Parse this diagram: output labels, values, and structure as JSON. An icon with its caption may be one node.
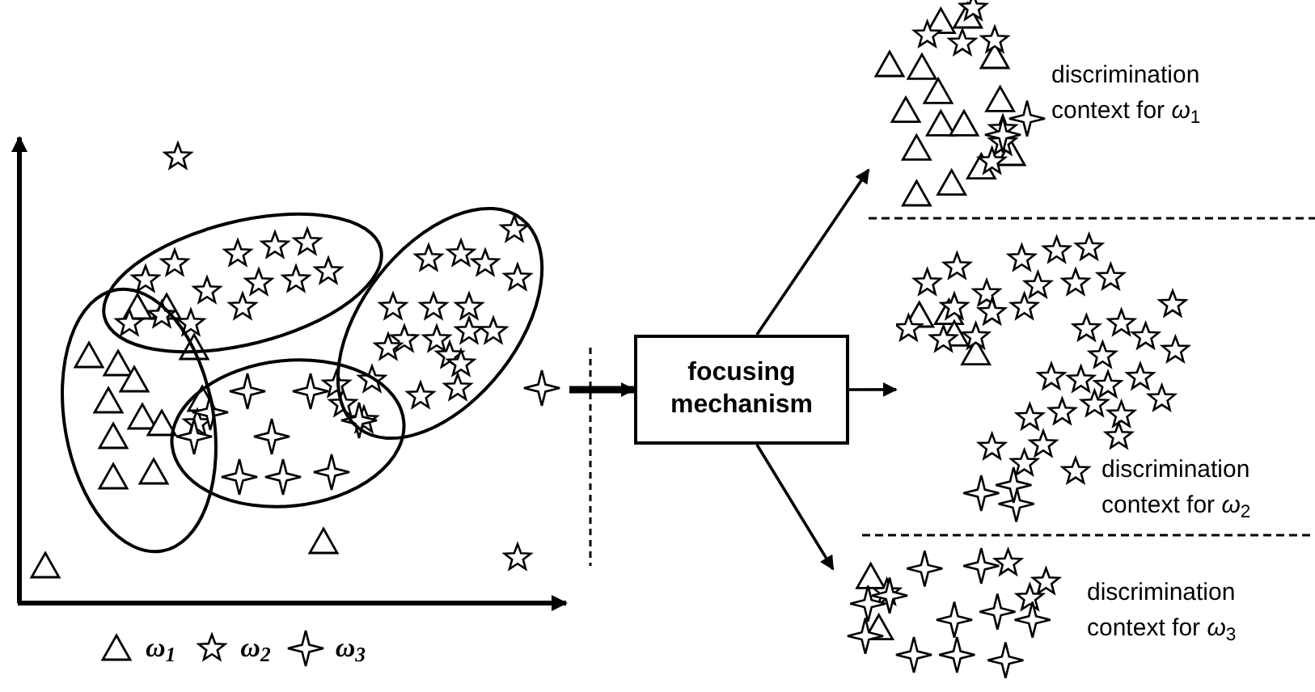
{
  "diagram": {
    "nodes": [
      {
        "text": [],
        "shape": "picture"
      },
      {
        "text": [
          "focusing mechanism"
        ]
      },
      {
        "text": [
          "discrimination context for *ω*$_{1}$"
        ]
      },
      {
        "text": [
          "discrimination context for *ω*$_{2}$"
        ]
      },
      {
        "text": [
          "discrimination context for *ω*$_{3}$"
        ]
      }
    ],
    "edges": [
      {
        "from": 0,
        "to": 1,
        "arrow": "to",
        "style": "thick"
      },
      {
        "from": 1,
        "to": 2,
        "arrow": "to"
      },
      {
        "from": 1,
        "to": 3,
        "arrow": "to"
      },
      {
        "from": 1,
        "to": 4,
        "arrow": "to"
      }
    ],
    "legend": [
      {
        "text": "ω$_{1}$"
      },
      {
        "text": "ω$_{2}$"
      },
      {
        "text": "ω$_{3}$"
      }
    ]
  }
}
